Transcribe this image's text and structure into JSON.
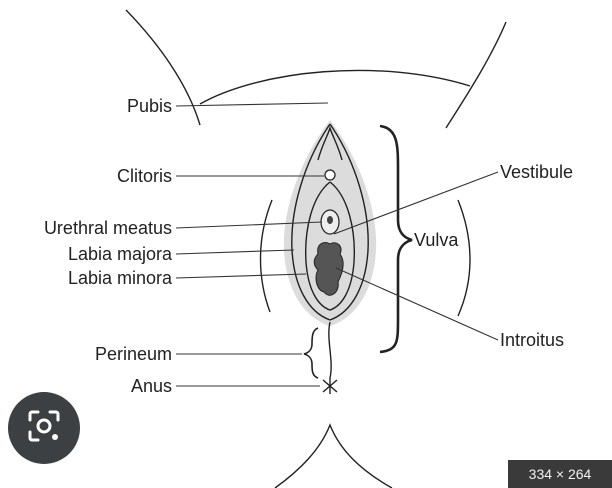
{
  "labels": {
    "pubis": "Pubis",
    "clitoris": "Clitoris",
    "urethral_meatus": "Urethral meatus",
    "labia_majora": "Labia majora",
    "labia_minora": "Labia minora",
    "perineum": "Perineum",
    "anus": "Anus",
    "vestibule": "Vestibule",
    "vulva": "Vulva",
    "introitus": "Introitus"
  },
  "overlay": {
    "image_size": "334 × 264",
    "lens_icon": "google-lens-icon"
  },
  "colors": {
    "ink": "#222222",
    "shading": "#c8c8c8",
    "badge_bg": "#3a3a3a",
    "lens_bg": "#3c4043"
  }
}
